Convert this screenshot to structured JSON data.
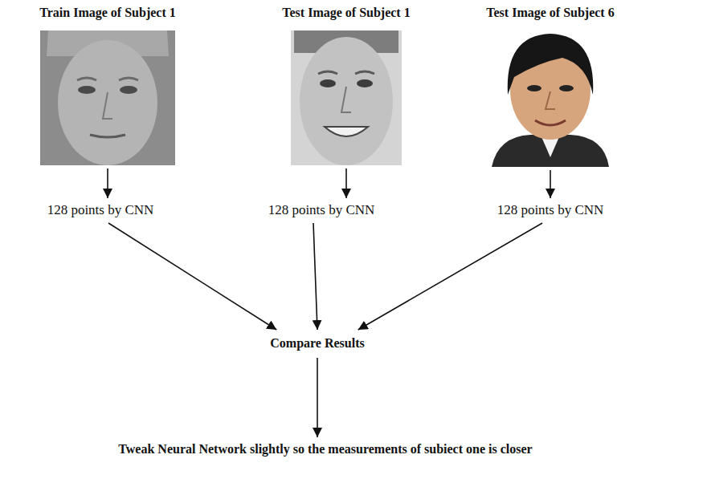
{
  "diagram": {
    "nodes": [
      {
        "text": [
          "Train Image of Subject 1"
        ]
      },
      {
        "text": [
          "Test Image of Subject 1"
        ]
      },
      {
        "text": [
          "Test Image of Subject 6"
        ]
      },
      {
        "text": [
          "128 points by CNN"
        ]
      },
      {
        "text": [
          "128 points by CNN"
        ]
      },
      {
        "text": [
          "128 points by CNN"
        ]
      },
      {
        "text": [
          "Compare Results"
        ]
      },
      {
        "text": [
          "Tweak Neural Network slightly so the measurements of subiect one is closer"
        ]
      }
    ],
    "edges": [
      {
        "from": 0,
        "to": 3,
        "arrow": "to"
      },
      {
        "from": 1,
        "to": 4,
        "arrow": "to"
      },
      {
        "from": 2,
        "to": 5,
        "arrow": "to"
      },
      {
        "from": 3,
        "to": 6,
        "arrow": "to"
      },
      {
        "from": 4,
        "to": 6,
        "arrow": "to"
      },
      {
        "from": 5,
        "to": 6,
        "arrow": "to"
      },
      {
        "from": 6,
        "to": 7,
        "arrow": "to"
      }
    ]
  }
}
